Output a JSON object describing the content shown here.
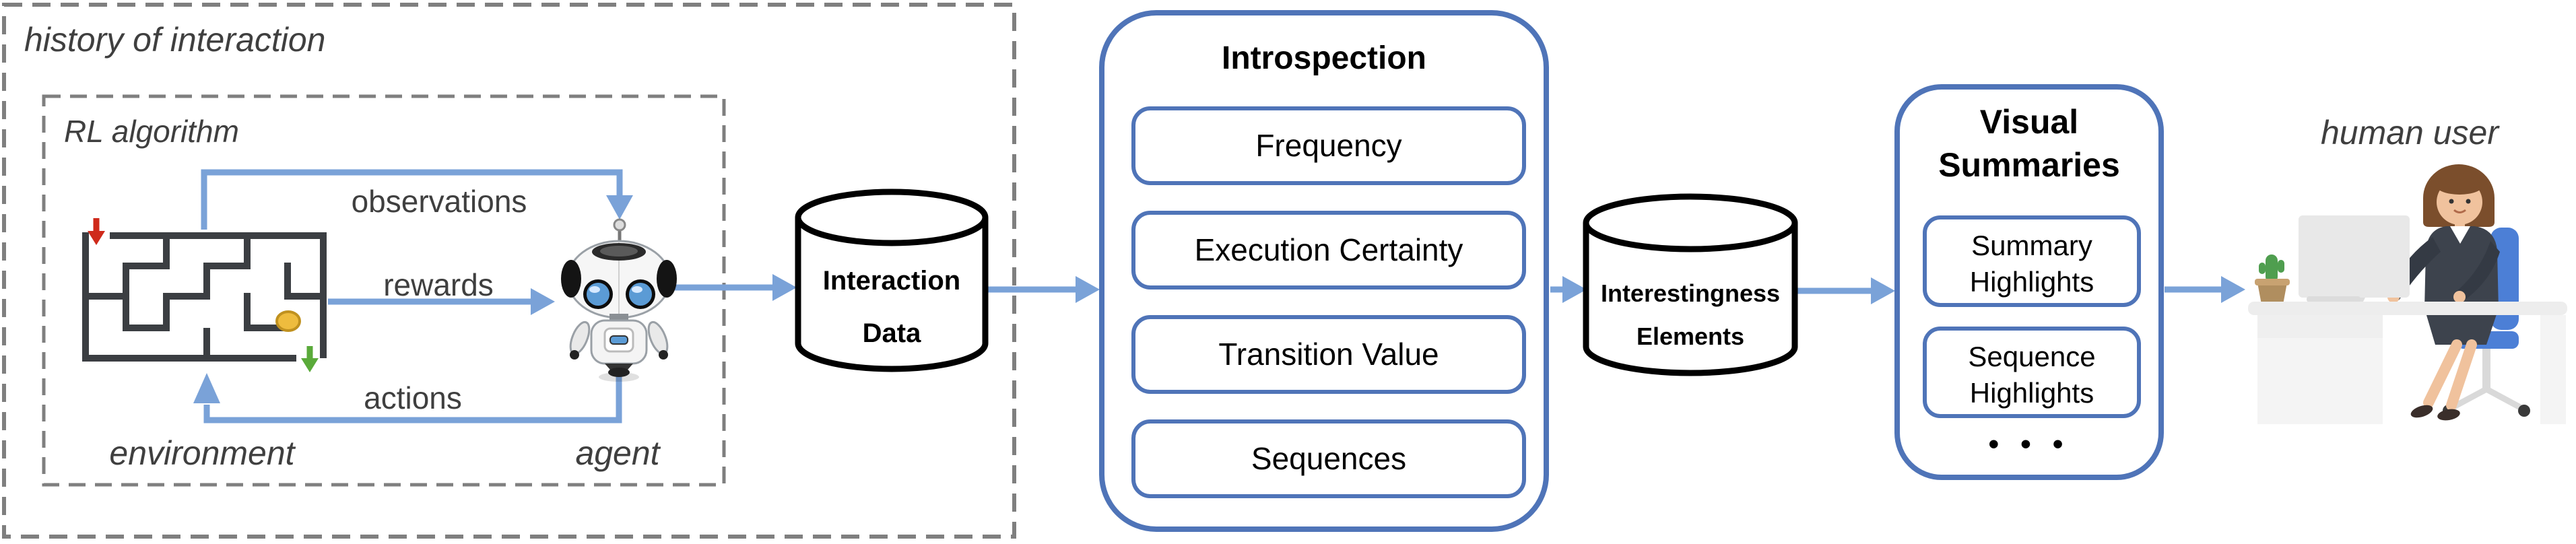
{
  "figure": {
    "history_label": "history of interaction",
    "rl_label": "RL algorithm",
    "environment_label": "environment",
    "agent_label": "agent",
    "human_label": "human user",
    "flow_labels": {
      "observations": "observations",
      "rewards": "rewards",
      "actions": "actions"
    },
    "interaction_data": {
      "line1": "Interaction",
      "line2": "Data"
    },
    "introspection": {
      "title": "Introspection",
      "items": [
        "Frequency",
        "Execution Certainty",
        "Transition Value",
        "Sequences"
      ]
    },
    "interestingness": {
      "line1": "Interestingness",
      "line2": "Elements"
    },
    "visual_summaries": {
      "title1": "Visual",
      "title2": "Summaries",
      "item1_line1": "Summary",
      "item1_line2": "Highlights",
      "item2_line1": "Sequence",
      "item2_line2": "Highlights",
      "ellipsis": "• • •"
    },
    "colors": {
      "box_border_blue": "#4f74b8",
      "arrow_blue": "#7aa2d8",
      "dashed_gray": "#7f7f7f",
      "label_gray": "#3f3f3f",
      "maze_wall": "#3b3e42",
      "goal_gold": "#eebc3e",
      "entry_red": "#cf2a1b",
      "exit_green": "#5aaa3a"
    }
  }
}
